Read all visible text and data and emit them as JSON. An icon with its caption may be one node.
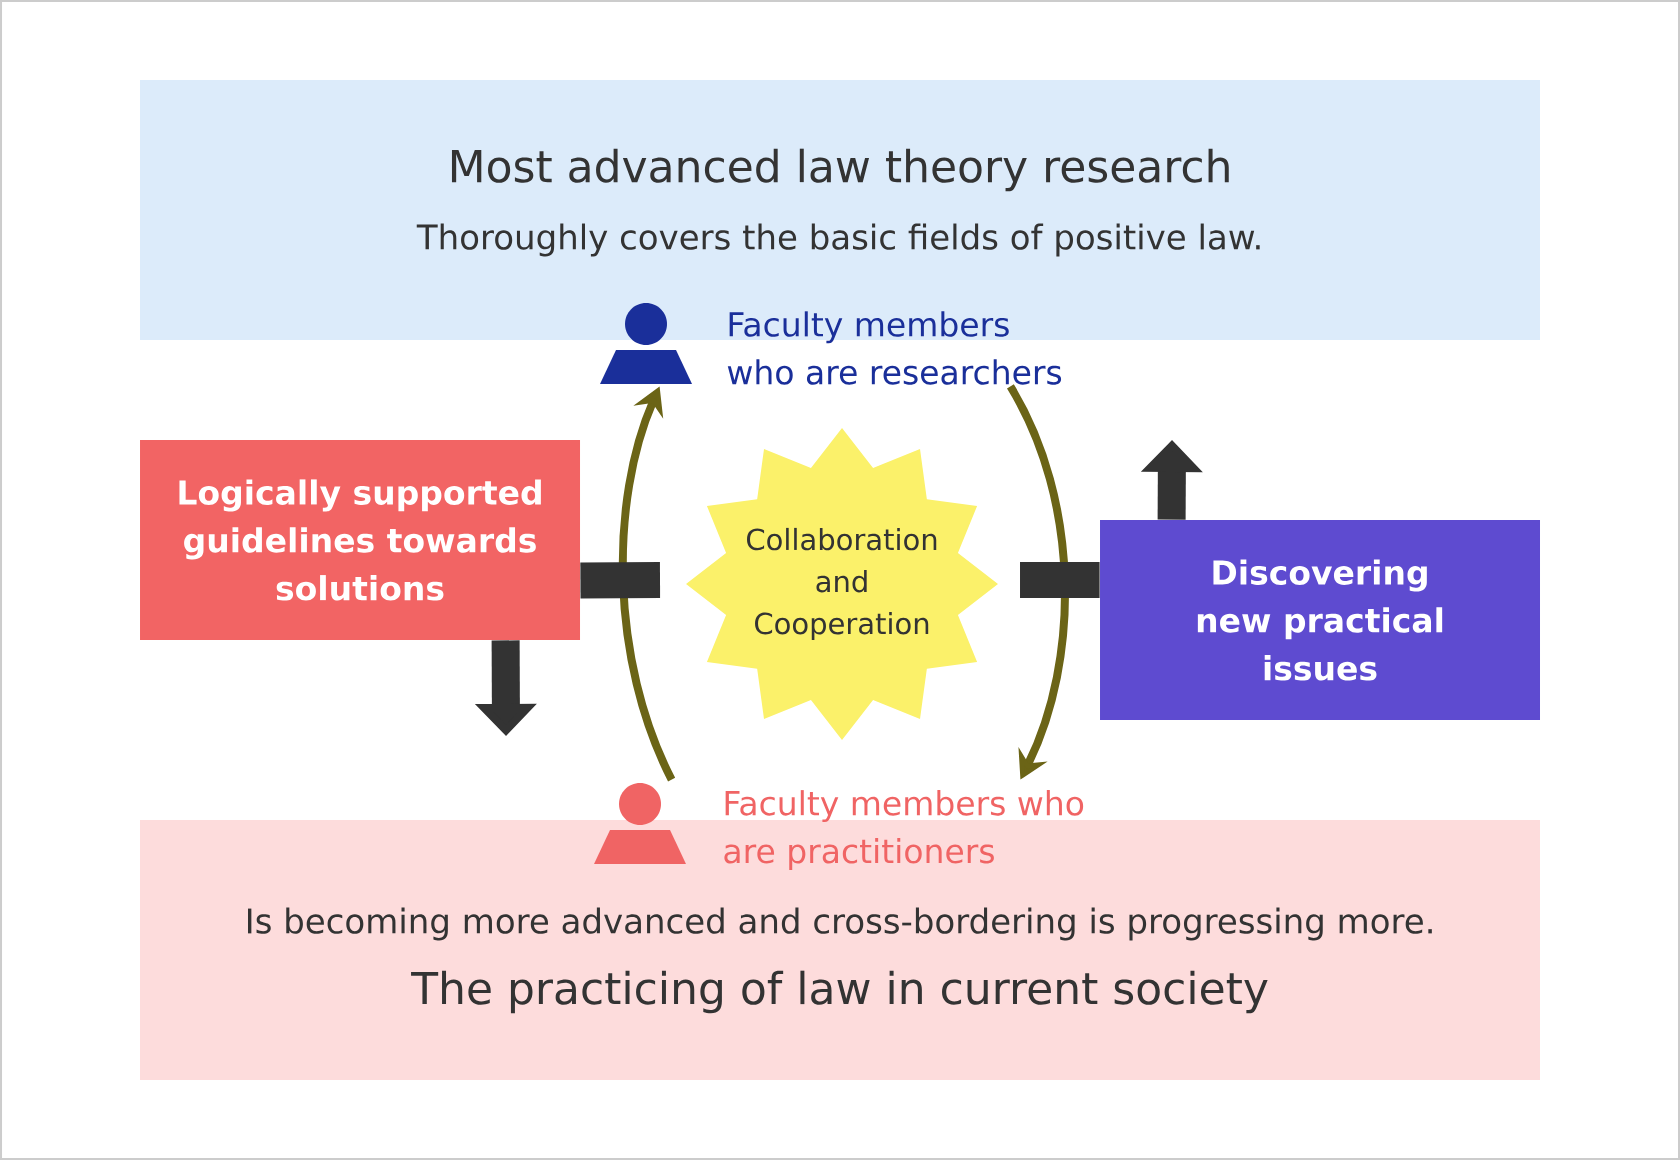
{
  "diagram": {
    "nodes": [
      {
        "text": [
          "Most advanced law theory research",
          "Thoroughly covers the basic fields of positive law."
        ]
      },
      {
        "text": [
          "Faculty members who are researchers"
        ]
      },
      {
        "text": [
          "Logically supported guidelines towards solutions"
        ]
      },
      {
        "text": [
          "Collaboration and Cooperation"
        ]
      },
      {
        "text": [
          "Discovering new practical issues"
        ]
      },
      {
        "text": [
          "Faculty members who are practitioners"
        ]
      },
      {
        "text": [
          "Is becoming more advanced and cross-bordering is progressing more.",
          "The practicing of law in current society"
        ]
      }
    ],
    "edges": [
      {
        "from": 5,
        "to": 1,
        "arrow": "to",
        "color": "#6b6416"
      },
      {
        "from": 1,
        "to": 5,
        "arrow": "to",
        "color": "#6b6416"
      },
      {
        "from": 2,
        "to": null,
        "arrow": "to"
      },
      {
        "from": 4,
        "to": null,
        "arrow": "to"
      },
      {
        "from": 2,
        "to": null,
        "arrow": "none"
      },
      {
        "from": null,
        "to": 4,
        "arrow": "none"
      }
    ]
  }
}
